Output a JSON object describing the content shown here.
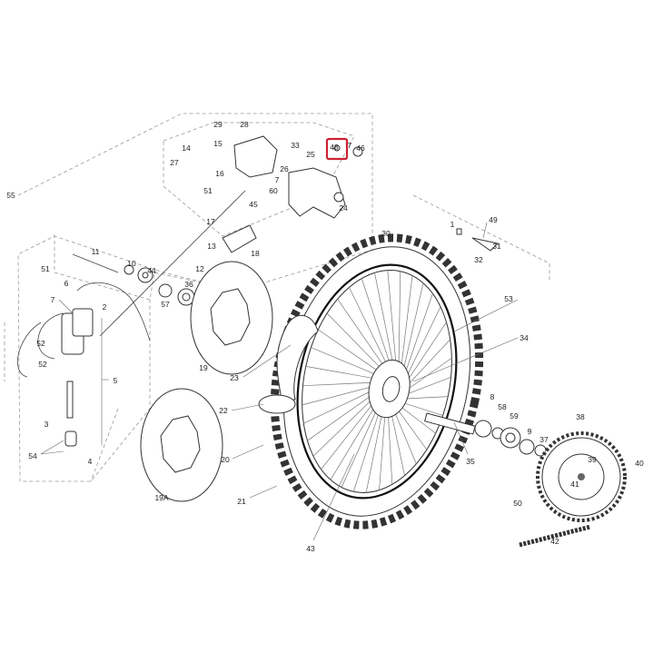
{
  "diagram": {
    "title": "Rear wheel and rear brake exploded parts diagram",
    "highlight_color": "#cc2233",
    "highlighted_part": "48",
    "labels": [
      "29",
      "28",
      "14",
      "15",
      "27",
      "16",
      "26",
      "33",
      "25",
      "48",
      "7",
      "46",
      "7",
      "60",
      "51",
      "24",
      "45",
      "17",
      "13",
      "18",
      "12",
      "55",
      "11",
      "10",
      "44",
      "51",
      "6",
      "7",
      "2",
      "36",
      "57",
      "19",
      "52",
      "52",
      "5",
      "3",
      "54",
      "4",
      "19A",
      "30",
      "1",
      "49",
      "31",
      "32",
      "53",
      "34",
      "23",
      "22",
      "20",
      "21",
      "43",
      "8",
      "58",
      "59",
      "9",
      "37",
      "38",
      "39",
      "40",
      "41",
      "35",
      "50",
      "42"
    ]
  }
}
